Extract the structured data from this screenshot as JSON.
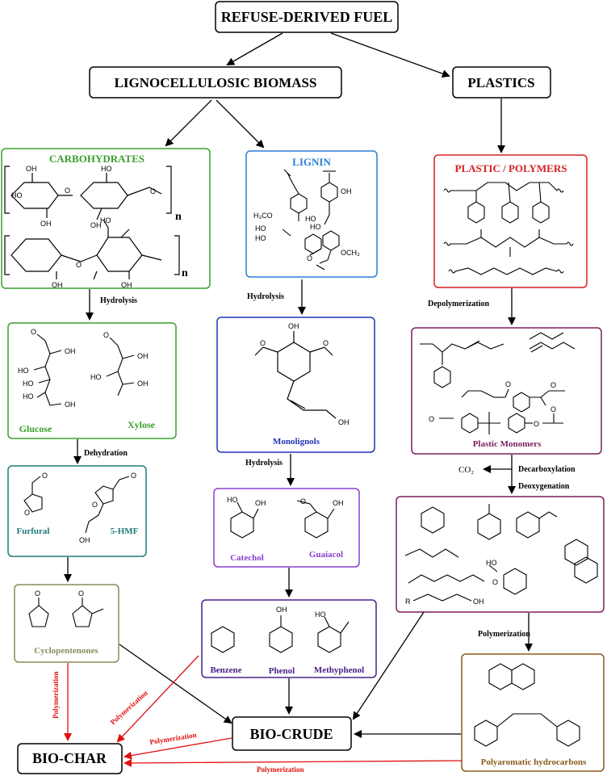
{
  "top": {
    "title": "REFUSE-DERIVED FUEL"
  },
  "level2": {
    "biomass": "LIGNOCELLULOSIC BIOMASS",
    "plastics": "PLASTICS"
  },
  "carbohydrates": {
    "title": "CARBOHYDRATES",
    "n1": "n",
    "n2": "n"
  },
  "lignin": {
    "title": "LIGNIN"
  },
  "polymers": {
    "title": "PLASTIC / POLYMERS"
  },
  "sugars": {
    "glucose": "Glucose",
    "xylose": "Xylose"
  },
  "monolignols": {
    "title": "Monolignols"
  },
  "monomers": {
    "title": "Plastic Monomers"
  },
  "furans": {
    "furfural": "Furfural",
    "hmf": "5-HMF"
  },
  "phenolics": {
    "catechol": "Catechol",
    "guaiacol": "Guaiacol"
  },
  "cyclo": {
    "title": "Cyclopentenones"
  },
  "aromatics": {
    "benzene": "Benzene",
    "phenol": "Phenol",
    "methylphenol": "Methyphenol"
  },
  "deox_products": {
    "r_label": "R"
  },
  "pah": {
    "title": "Polyaromatic hydrocarbons"
  },
  "outputs": {
    "biocrude": "BIO-CRUDE",
    "biochar": "BIO-CHAR"
  },
  "steps": {
    "hydrolysis_1": "Hydrolysis",
    "hydrolysis_2": "Hydrolysis",
    "hydrolysis_3": "Hydrolysis",
    "dehydration": "Dehydration",
    "depolymerization": "Depolymerization",
    "decarboxylation": "Decarboxylation",
    "deoxygenation": "Deoxygenation",
    "co2": "CO₂",
    "polymerization_black": "Polymerization",
    "polymerization_red_1": "Polymerization",
    "polymerization_red_2": "Polymerization",
    "polymerization_red_3": "Polymerization",
    "polymerization_red_4": "Polymerization"
  },
  "atoms": {
    "oh": "OH",
    "o": "O",
    "och3": "OCH₃",
    "h3co": "H₃CO",
    "ho": "HO"
  },
  "colors": {
    "green": "#3aa02d",
    "blue": "#2a7fd4",
    "red": "#d42020",
    "navy": "#2234b8",
    "maroon": "#7a1f5c",
    "teal": "#1e7a78",
    "olive": "#8a8b5a",
    "purple": "#8a3fd0",
    "darkpurple": "#4b2086",
    "brown": "#8b5a1e",
    "red_arrow": "#e01010"
  }
}
